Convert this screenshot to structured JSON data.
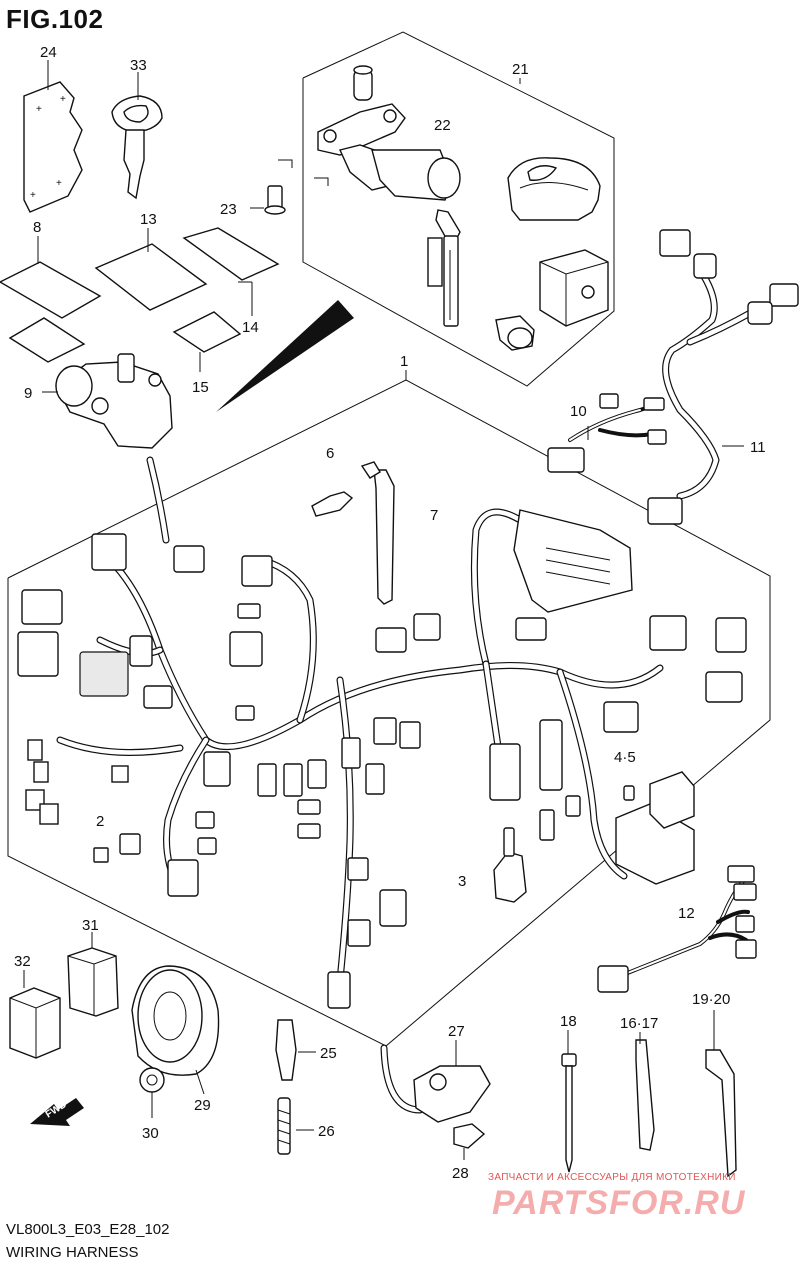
{
  "figure": {
    "title": "FIG.102",
    "model_code": "VL800L3_E03_E28_102",
    "name": "WIRING HARNESS"
  },
  "callouts": [
    {
      "id": "24",
      "label": "24"
    },
    {
      "id": "33",
      "label": "33"
    },
    {
      "id": "21",
      "label": "21"
    },
    {
      "id": "22",
      "label": "22"
    },
    {
      "id": "23",
      "label": "23"
    },
    {
      "id": "8",
      "label": "8"
    },
    {
      "id": "13",
      "label": "13"
    },
    {
      "id": "14",
      "label": "14"
    },
    {
      "id": "15",
      "label": "15"
    },
    {
      "id": "9",
      "label": "9"
    },
    {
      "id": "1",
      "label": "1"
    },
    {
      "id": "10",
      "label": "10"
    },
    {
      "id": "11",
      "label": "11"
    },
    {
      "id": "6",
      "label": "6"
    },
    {
      "id": "7",
      "label": "7"
    },
    {
      "id": "4-5",
      "label": "4·5"
    },
    {
      "id": "2",
      "label": "2"
    },
    {
      "id": "3",
      "label": "3"
    },
    {
      "id": "12",
      "label": "12"
    },
    {
      "id": "31",
      "label": "31"
    },
    {
      "id": "32",
      "label": "32"
    },
    {
      "id": "18",
      "label": "18"
    },
    {
      "id": "16-17",
      "label": "16·17"
    },
    {
      "id": "19-20",
      "label": "19·20"
    },
    {
      "id": "27",
      "label": "27"
    },
    {
      "id": "25",
      "label": "25"
    },
    {
      "id": "30",
      "label": "30"
    },
    {
      "id": "29",
      "label": "29"
    },
    {
      "id": "26",
      "label": "26"
    },
    {
      "id": "28",
      "label": "28"
    }
  ],
  "direction_marker": {
    "label": "FWD"
  },
  "watermark": {
    "tagline": "ЗАПЧАСТИ И АКСЕССУАРЫ ДЛЯ МОТОТЕХНИКИ",
    "site": "PARTSFOR.RU"
  }
}
